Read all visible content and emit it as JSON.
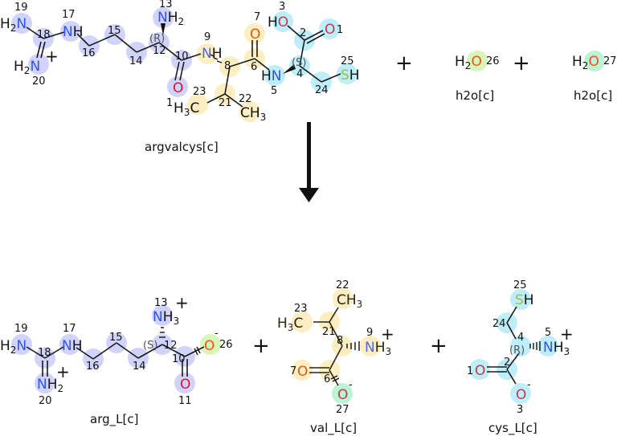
{
  "reaction": {
    "reactants": [
      {
        "id": "argvalcys[c]",
        "label": "argvalcys[c]"
      },
      {
        "id": "h2o[c]",
        "label": "h2o[c]",
        "atom_number": "26"
      },
      {
        "id": "h2o[c]",
        "label": "h2o[c]",
        "atom_number": "27"
      }
    ],
    "products": [
      {
        "id": "arg_L[c]",
        "label": "arg_L[c]"
      },
      {
        "id": "val_L[c]",
        "label": "val_L[c]"
      },
      {
        "id": "cys_L[c]",
        "label": "cys_L[c]"
      }
    ],
    "plus_sign": "+",
    "arrow": "down-arrow"
  },
  "colors": {
    "arg_highlight": "#d0d3fa",
    "val_highlight": "#fbeec0",
    "cys_highlight": "#bdeefa",
    "water26_highlight": "#d6f7b8",
    "water27_highlight": "#bcf3d4",
    "nitrogen": "#2f55e6",
    "oxygen": "#e2102f",
    "oxygen_alt": "#e8531b",
    "sulfur": "#9bc04a"
  },
  "labels": {
    "argvalcys": "argvalcys[c]",
    "h2o_a": "h2o[c]",
    "h2o_b": "h2o[c]",
    "arg": "arg_L[c]",
    "val": "val_L[c]",
    "cys": "cys_L[c]",
    "plus": "+"
  },
  "atoms": {
    "n19": "19",
    "n17": "17",
    "n18": "18",
    "n20": "20",
    "n16": "16",
    "n15": "15",
    "n14": "14",
    "n13": "13",
    "n12": "12",
    "n10": "10",
    "n11": "11",
    "n9": "9",
    "n8": "8",
    "n7": "7",
    "n6": "6",
    "n5": "5",
    "n4": "4",
    "n3": "3",
    "n2": "2",
    "n1": "1",
    "n21": "21",
    "n22": "22",
    "n23": "23",
    "n24": "24",
    "n25": "25",
    "n26": "26",
    "n27": "27",
    "R": "(R)",
    "S": "(S)"
  }
}
